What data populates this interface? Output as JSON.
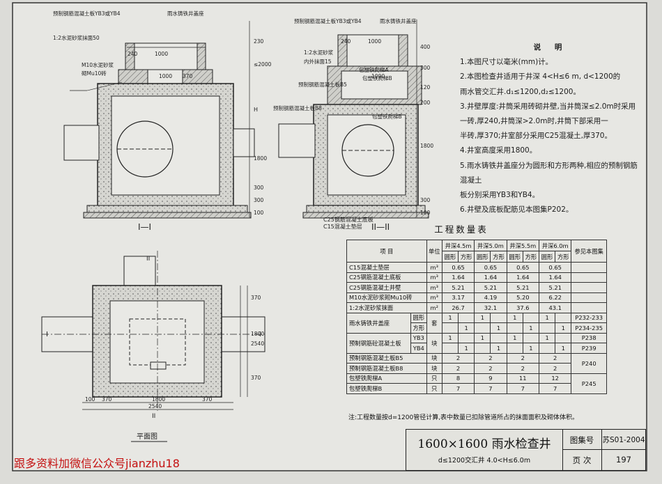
{
  "section1": {
    "label": "I—I",
    "cover_label": "预制钢筋混凝土板YB3或YB4",
    "frame_label": "雨水铸铁井盖座",
    "plaster_label": "1:2水泥砂浆抹面50",
    "mortar_label": "M10水泥砂浆",
    "brick_label": "砌Mu10砖",
    "dims": {
      "w1": "1000",
      "side": "240",
      "w2": "1000",
      "w3": "370",
      "h_top": "230",
      "h_shaft": "≤2000",
      "h_var": "H",
      "h_main": "1800",
      "h_b1": "300",
      "h_b2": "300",
      "h_b3": "100"
    }
  },
  "section2": {
    "label": "II—II",
    "cover_label": "预制钢筋混凝土板YB3或YB4",
    "frame_label": "雨水铸铁井盖座",
    "plaster_label": "1:2水泥砂浆",
    "plaster_label2": "内外抹面15",
    "step_a": "包塑铁爬梯A",
    "step_b": "包塑铁爬梯B",
    "slab_b5": "预制钢筋混凝土板B5",
    "slab_b8": "预制钢筋混凝土板B8",
    "base1": "C25钢筋混凝土底板",
    "base2": "C15混凝土垫层",
    "dims": {
      "w1": "1000",
      "side": "240",
      "w2": "1000",
      "h1": "400",
      "h2": "300",
      "h3": "120",
      "h4": "200",
      "h5": "1800",
      "h6": "300",
      "h7": "100"
    }
  },
  "plan": {
    "label": "平面图",
    "dims": {
      "d1": "370",
      "d2": "1800",
      "d3": "370",
      "total": "2540",
      "v1": "370",
      "v2": "1800",
      "v3": "370",
      "vtotal": "2540",
      "d4": "100"
    },
    "cut1": "I",
    "cut2": "II"
  },
  "notes": {
    "heading": "说 明",
    "items": [
      "1.本图尺寸以毫米(mm)计。",
      "2.本图检查井适用于井深 4<H≤6 m, d<1200的",
      "  雨水管交汇井.d₁≤1200,d₂≤1200。",
      "3.井壁厚度:井筒采用砖砌井壁,当井筒深≤2.0m时采用",
      "  一砖,厚240,井筒深>2.0m时,井筒下部采用一",
      "  半砖,厚370;井室部分采用C25混凝土,厚370。",
      "4.井室高度采用1800。",
      "5.雨水铸铁井盖座分为圆形和方形两种,相应的预制钢筋混凝土",
      "  板分别采用YB3和YB4。",
      "6.井壁及底板配筋见本图集P202。"
    ]
  },
  "table": {
    "title": "工程数量表",
    "head": {
      "item": "项 目",
      "unit": "单位",
      "ref": "参见本图集",
      "depths": [
        "井深4.5m",
        "井深5.0m",
        "井深5.5m",
        "井深6.0m"
      ],
      "round": "圆形",
      "square": "方形"
    },
    "rows": [
      {
        "name": "C15混凝土垫层",
        "unit": "m³",
        "vals": [
          "0.65",
          "0.65",
          "0.65",
          "0.65"
        ]
      },
      {
        "name": "C25钢筋混凝土底板",
        "unit": "m³",
        "vals": [
          "1.64",
          "1.64",
          "1.64",
          "1.64"
        ]
      },
      {
        "name": "C25钢筋混凝土井壁",
        "unit": "m³",
        "vals": [
          "5.21",
          "5.21",
          "5.21",
          "5.21"
        ]
      },
      {
        "name": "M10水泥砂浆砌Mu10砖",
        "unit": "m³",
        "vals": [
          "3.17",
          "4.19",
          "5.20",
          "6.22"
        ]
      },
      {
        "name": "1:2水泥砂浆抹面",
        "unit": "m²",
        "vals": [
          "26.7",
          "32.1",
          "37.6",
          "43.1"
        ]
      }
    ],
    "cover": {
      "name": "雨水铸铁井盖座",
      "r1": "圆形",
      "r2": "方形",
      "unit": "套",
      "one": "1",
      "ref1": "P232-233",
      "ref2": "P234-235"
    },
    "slab": {
      "name": "预制钢筋砼混凝土板",
      "r1": "YB3",
      "r2": "YB4",
      "unit": "块",
      "one": "1",
      "ref1": "P238",
      "ref2": "P239"
    },
    "b5": {
      "name": "预制钢筋混凝土板B5",
      "unit": "块",
      "v": "2"
    },
    "b8": {
      "name": "预制钢筋混凝土板B8",
      "unit": "块",
      "v": "2",
      "ref": "P240"
    },
    "stepa": {
      "name": "包塑铁爬梯A",
      "unit": "只",
      "vals": [
        "8",
        "9",
        "11",
        "12"
      ]
    },
    "stepb": {
      "name": "包塑铁爬梯B",
      "unit": "只",
      "v": "7",
      "ref": "P245"
    }
  },
  "footnote": "注:工程数量按d=1200管径计算,表中数量已扣除管道所占的抹面面积及砌体体积。",
  "titleblock": {
    "title": "1600×1600 雨水检查井",
    "subtitle": "d≤1200交汇井 4.0<H≤6.0m",
    "atlas_label": "图集号",
    "atlas_no": "苏S01-2004",
    "page_label": "页 次",
    "page_no": "197"
  },
  "watermark": "跟多资料加微信公众号jianzhu18"
}
